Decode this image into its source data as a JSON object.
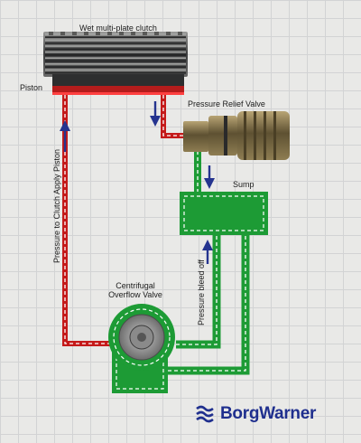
{
  "labels": {
    "clutch": "Wet multi-plate clutch",
    "piston": "Piston",
    "relief_valve": "Pressure Relief Valve",
    "sump": "Sump",
    "overflow_valve_line1": "Centrifugal",
    "overflow_valve_line2": "Overflow Valve",
    "pressure_to_piston": "Pressure to Clutch Apply Piston",
    "bleed_off": "Pressure bleed off"
  },
  "brand": {
    "name": "BorgWarner",
    "color": "#1f2f8e"
  },
  "colors": {
    "pressure_line": "#d42020",
    "bleed_line": "#20a83a",
    "flow_arrow": "#2a3a9a"
  }
}
